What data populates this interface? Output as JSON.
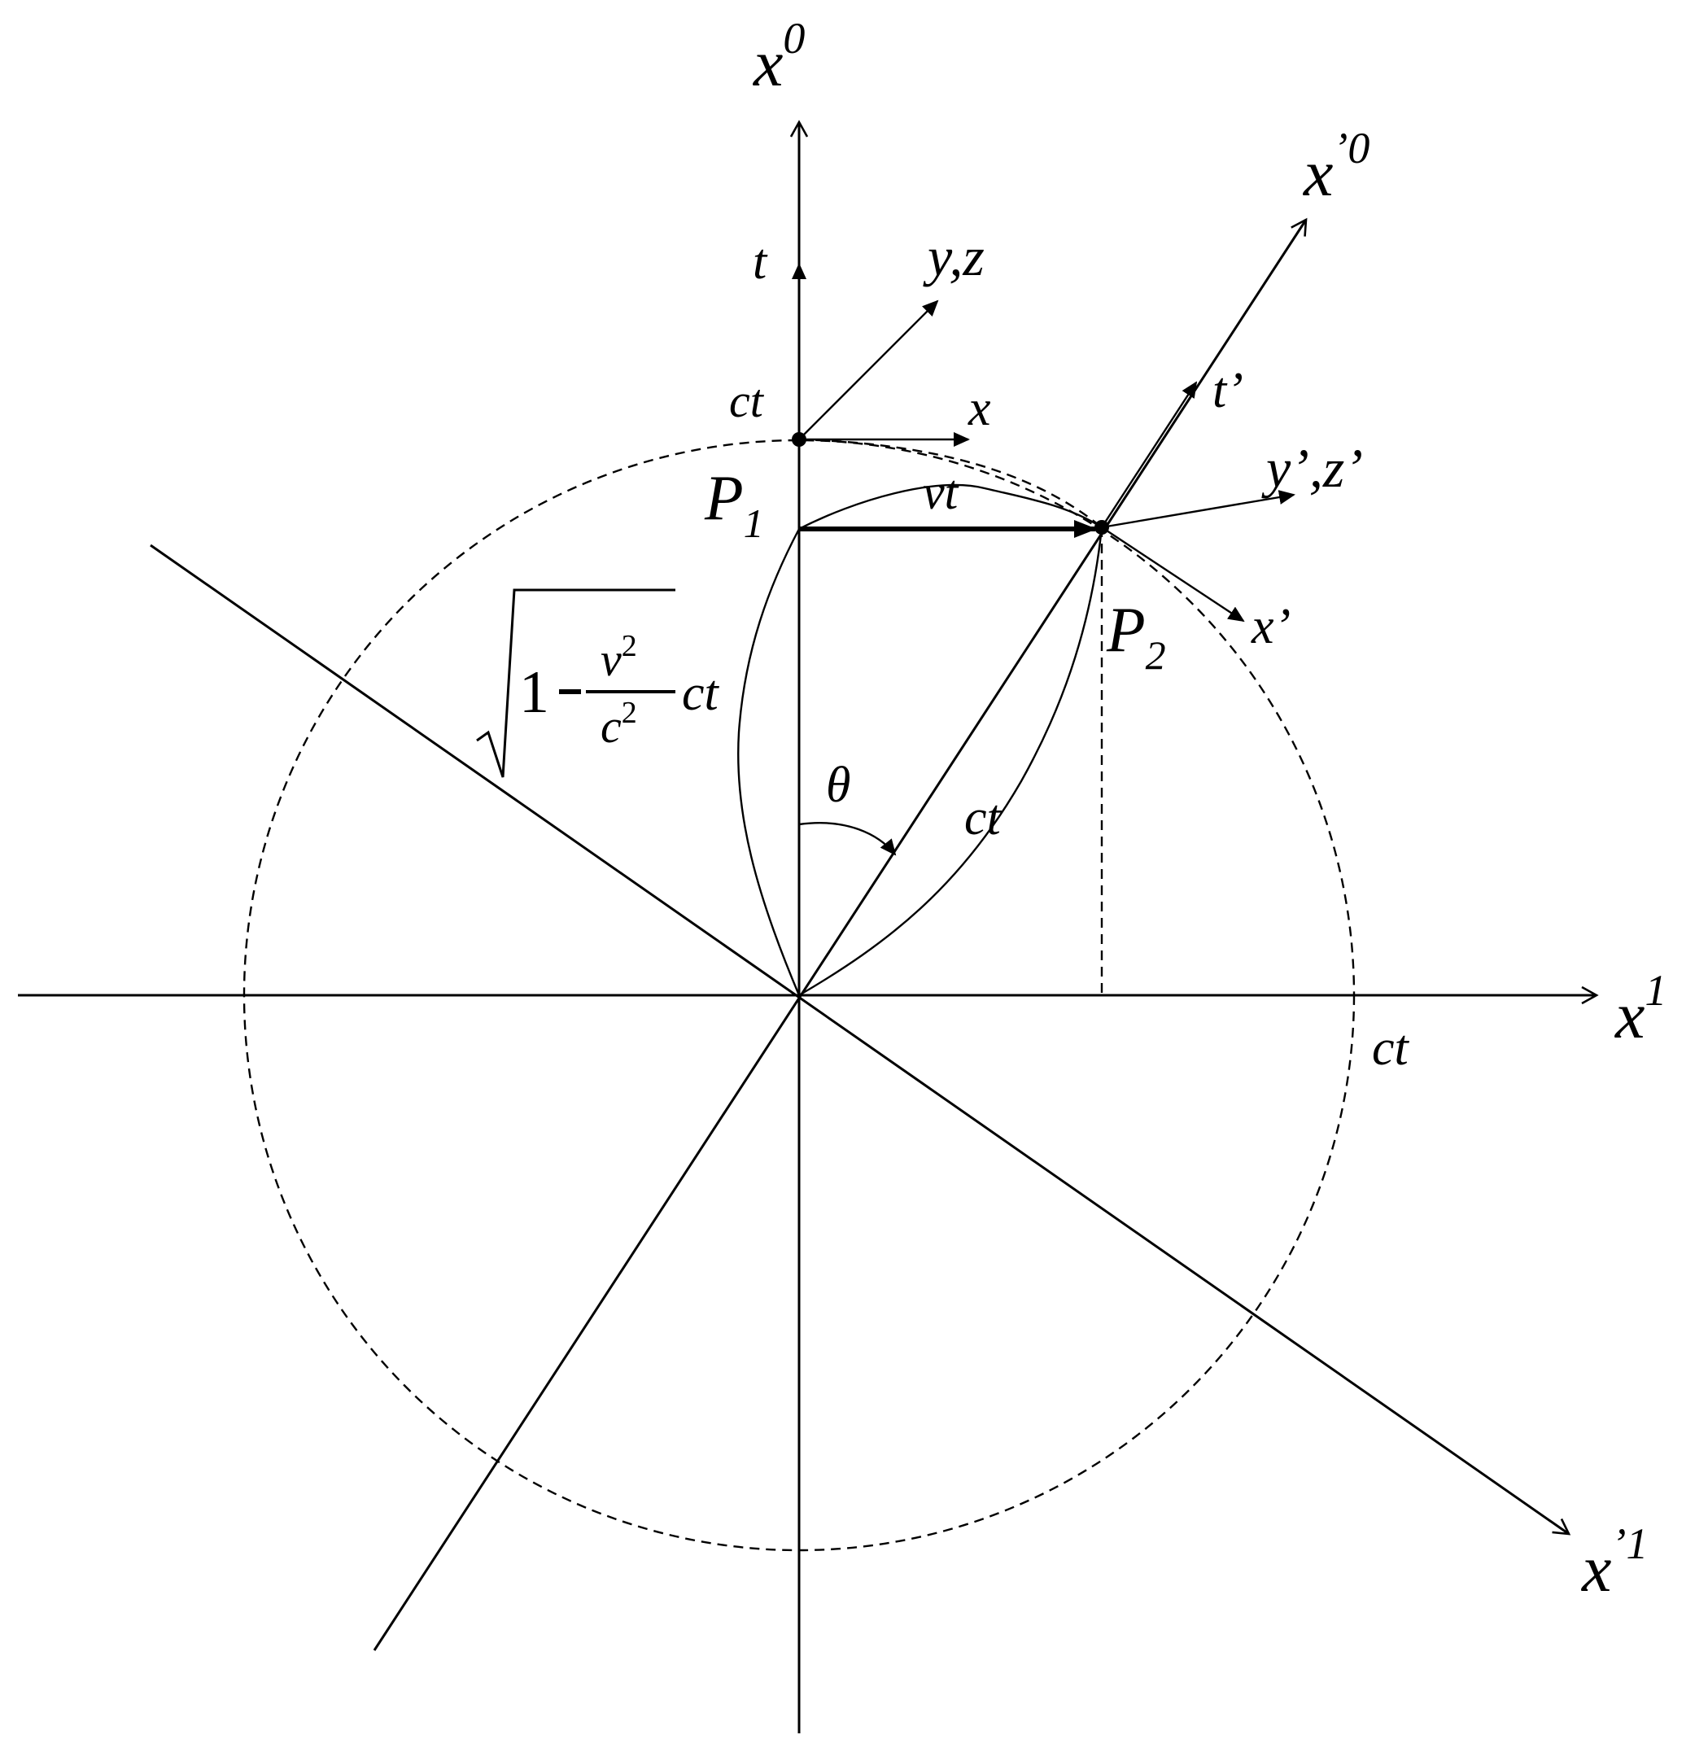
{
  "labels": {
    "x0": "x",
    "x0_sup": "0",
    "x1": "x",
    "x1_sup": "1",
    "xp0": "x",
    "xp0_sup": "’0",
    "xp1": "x",
    "xp1_sup": "’1",
    "t": "t",
    "yz": "y,z",
    "x_small": "x",
    "ct_top": "ct",
    "p1": "P",
    "p1_sub": "1",
    "vt": "vt",
    "tprime": "t’",
    "yzprime": "y’,z’",
    "xprime": "x’",
    "p2": "P",
    "p2_sub": "2",
    "sqrt_one": "1",
    "sqrt_v": "v",
    "sqrt_v_sup": "2",
    "sqrt_c": "c",
    "sqrt_c_sup": "2",
    "sqrt_ct": "ct",
    "theta": "θ",
    "ct_diag": "ct",
    "ct_right": "ct"
  }
}
